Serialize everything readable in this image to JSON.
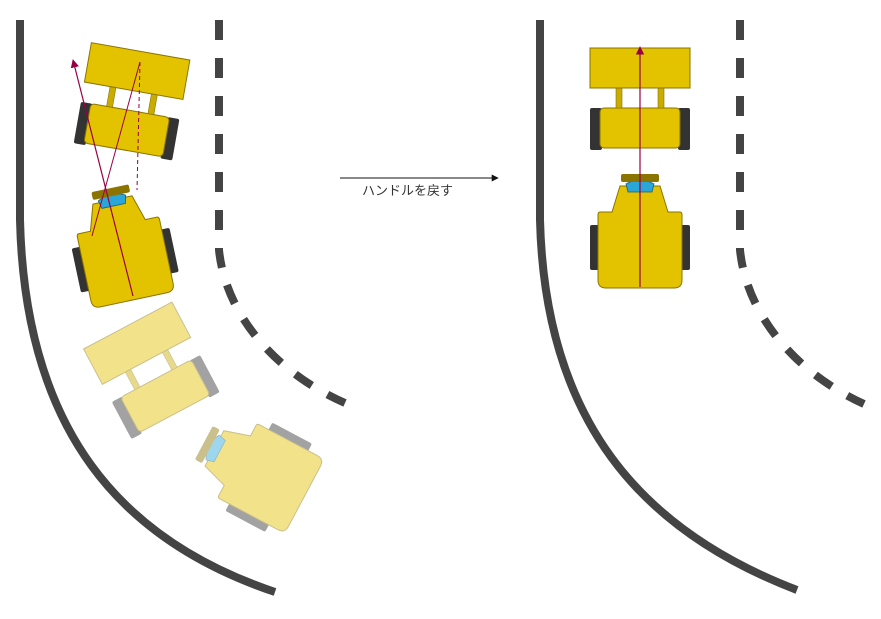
{
  "caption": "ハンドルを戻す",
  "colors": {
    "road_edge": "#444444",
    "loader_body": "#e3c200",
    "loader_outline": "#8a7400",
    "tire": "#333333",
    "window": "#2aa7d8",
    "direction_arrow": "#990044",
    "ghost_opacity": 0.45
  },
  "scenes": [
    {
      "name": "before",
      "steering": "articulated",
      "ghost_loader_visible": true
    },
    {
      "name": "after",
      "steering": "straight",
      "ghost_loader_visible": false
    }
  ]
}
